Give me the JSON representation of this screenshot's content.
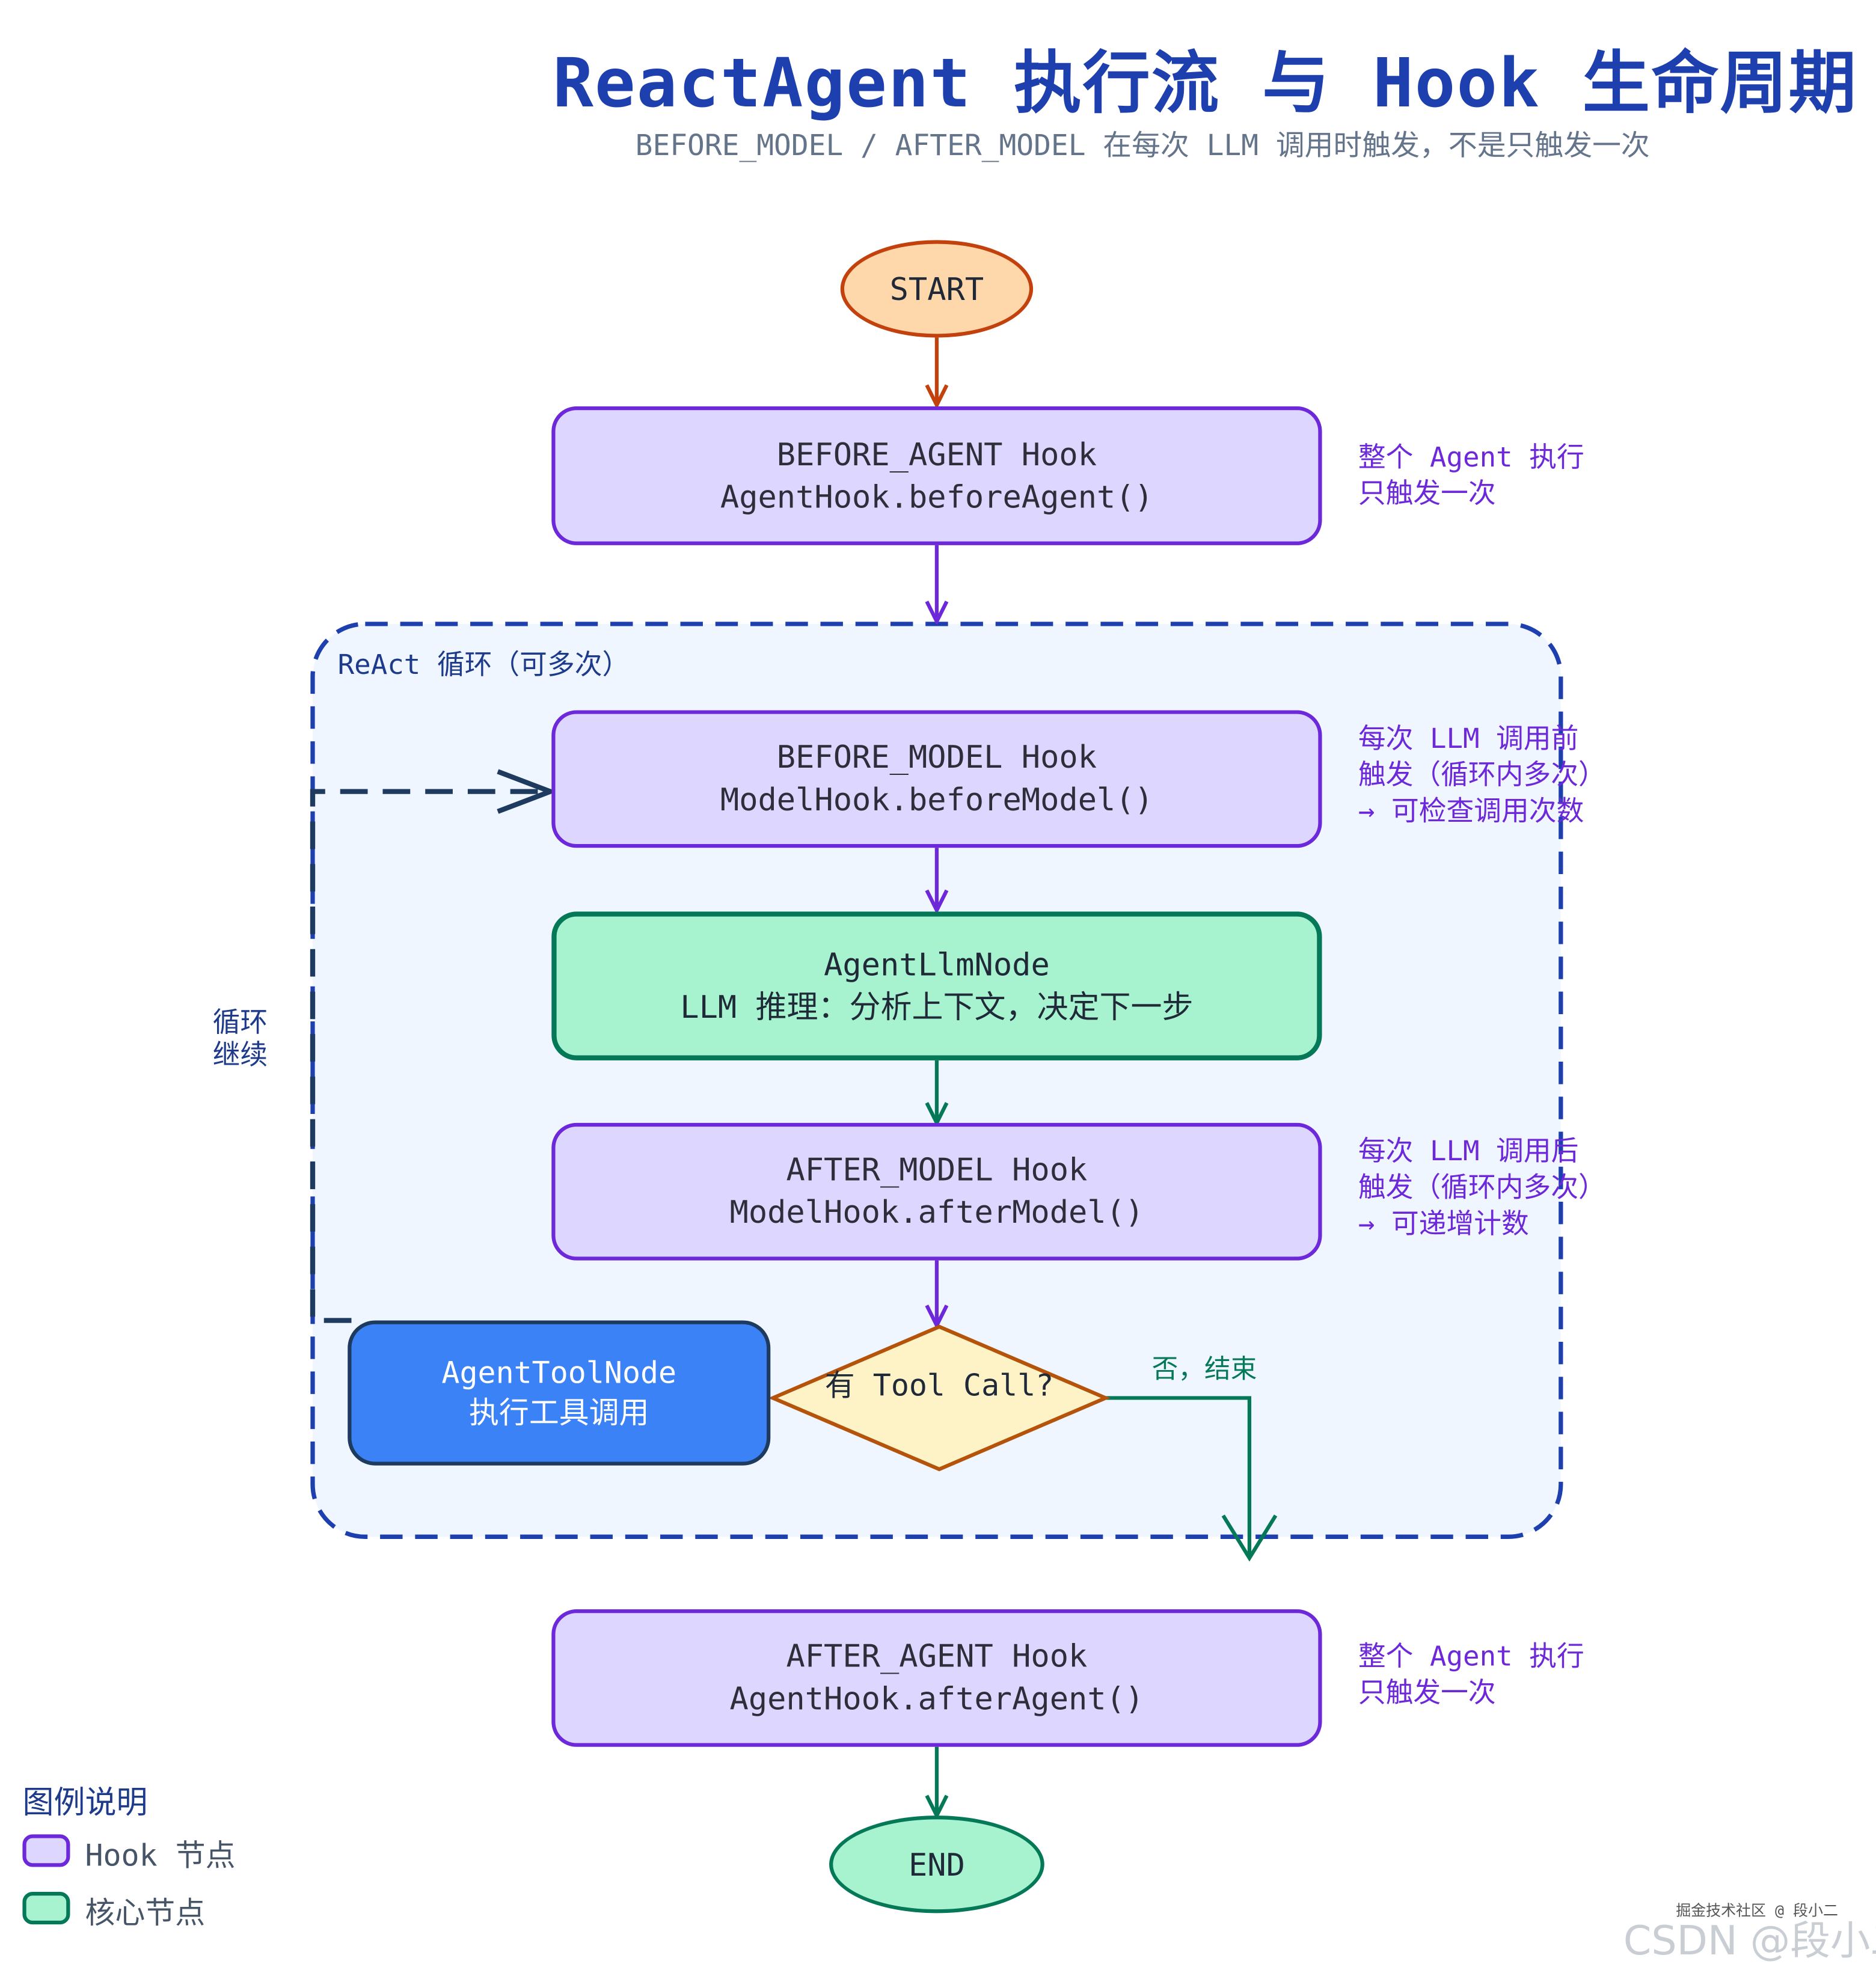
{
  "header": {
    "title": "ReactAgent 执行流 与 Hook 生命周期",
    "subtitle": "BEFORE_MODEL / AFTER_MODEL 在每次 LLM 调用时触发，不是只触发一次"
  },
  "nodes": {
    "start": "START",
    "before_agent": {
      "line1": "BEFORE_AGENT Hook",
      "line2": "AgentHook.beforeAgent()"
    },
    "before_model": {
      "line1": "BEFORE_MODEL Hook",
      "line2": "ModelHook.beforeModel()"
    },
    "llm_node": {
      "line1": "AgentLlmNode",
      "line2": "LLM 推理：分析上下文，决定下一步"
    },
    "after_model": {
      "line1": "AFTER_MODEL Hook",
      "line2": "ModelHook.afterModel()"
    },
    "decision": "有 Tool Call?",
    "tool_node": {
      "line1": "AgentToolNode",
      "line2": "执行工具调用"
    },
    "after_agent": {
      "line1": "AFTER_AGENT Hook",
      "line2": "AgentHook.afterAgent()"
    },
    "end": "END"
  },
  "loop": {
    "label": "ReAct 循环（可多次）",
    "continue_label_1": "循环",
    "continue_label_2": "继续",
    "no_branch_label": "否，结束"
  },
  "notes": {
    "before_agent": [
      "整个 Agent 执行",
      "只触发一次"
    ],
    "before_model": [
      "每次 LLM 调用前",
      "触发（循环内多次）",
      "→ 可检查调用次数"
    ],
    "after_model": [
      "每次 LLM 调用后",
      "触发（循环内多次）",
      "→ 可递增计数"
    ],
    "after_agent": [
      "整个 Agent 执行",
      "只触发一次"
    ]
  },
  "legend": {
    "title": "图例说明",
    "items": [
      {
        "label": "Hook 节点",
        "fill": "#ddd6fe",
        "stroke": "#6d28d9"
      },
      {
        "label": "核心节点",
        "fill": "#a7f3d0",
        "stroke": "#047857"
      }
    ]
  },
  "watermark": {
    "small": "掘金技术社区 @ 段小二",
    "large": "CSDN @段小二"
  },
  "colors": {
    "title": "#1e40af",
    "hook_fill": "#ddd6fe",
    "hook_stroke": "#6d28d9",
    "core_fill": "#a7f3d0",
    "core_stroke": "#047857",
    "tool_fill": "#3b82f6",
    "start_fill": "#fed7aa",
    "start_stroke": "#c2410c",
    "decision_fill": "#fef3c7",
    "decision_stroke": "#b45309",
    "loop_stroke": "#1e40af",
    "loop_fill": "#eff6ff"
  }
}
